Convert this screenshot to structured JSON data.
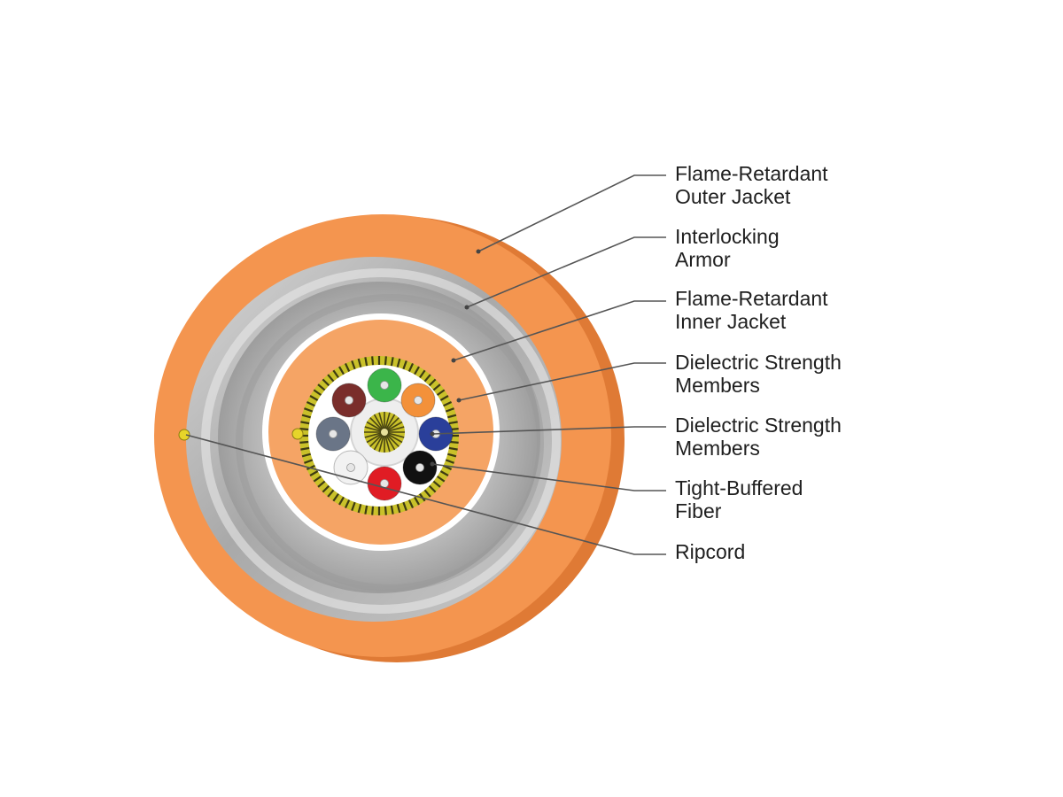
{
  "labels": [
    {
      "line1": "Flame-Retardant",
      "line2": "Outer Jacket"
    },
    {
      "line1": "Interlocking",
      "line2": "Armor"
    },
    {
      "line1": "Flame-Retardant",
      "line2": "Inner Jacket"
    },
    {
      "line1": "Dielectric Strength",
      "line2": "Members"
    },
    {
      "line1": "Dielectric Strength",
      "line2": "Members"
    },
    {
      "line1": "Tight-Buffered",
      "line2": "Fiber"
    },
    {
      "line1": "Ripcord",
      "line2": ""
    }
  ],
  "colors": {
    "outer_jacket": "#f4954f",
    "outer_jacket_side": "#df7a35",
    "armor": "#b9b9b9",
    "inner_jacket": "#f5a465",
    "strength_yarn": "#c9c12a",
    "leader_line": "#555555",
    "label_text": "#1f1f1f"
  },
  "fibers": [
    {
      "name": "brown",
      "color": "#7a2e2b"
    },
    {
      "name": "green",
      "color": "#3bb54a"
    },
    {
      "name": "orange",
      "color": "#f3913a"
    },
    {
      "name": "blue",
      "color": "#2a3f9a"
    },
    {
      "name": "black",
      "color": "#111111"
    },
    {
      "name": "red",
      "color": "#e01c24"
    },
    {
      "name": "white",
      "color": "#f2f2f2"
    },
    {
      "name": "slate",
      "color": "#6a7587"
    }
  ]
}
